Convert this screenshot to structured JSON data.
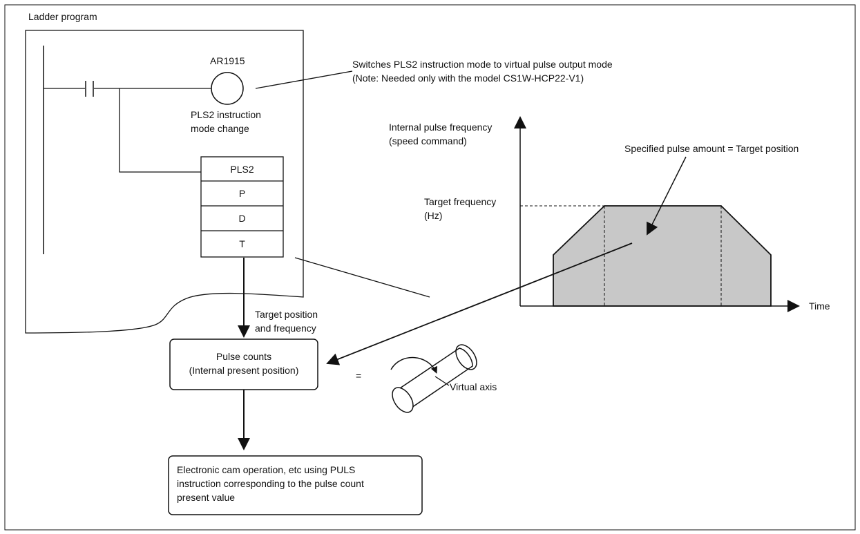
{
  "ladder": {
    "title": "Ladder program",
    "coil_address": "AR1915",
    "coil_caption_line1": "PLS2 instruction",
    "coil_caption_line2": "mode change",
    "instruction": [
      "PLS2",
      "P",
      "D",
      "T"
    ]
  },
  "notes": {
    "switch_line1": "Switches PLS2 instruction mode to virtual pulse output mode",
    "switch_line2": "(Note: Needed only with the model CS1W-HCP22-V1)",
    "target_line1": "Target position",
    "target_line2": "and frequency"
  },
  "pulse_box": {
    "line1": "Pulse counts",
    "line2": "(Internal present position)"
  },
  "equals": "=",
  "virtual_axis": "Virtual axis",
  "cam_box": {
    "line1": "Electronic cam operation, etc using PULS",
    "line2": "instruction corresponding to the pulse count",
    "line3": "present value"
  },
  "graph": {
    "ylabel_line1": "Internal pulse frequency",
    "ylabel_line2": "(speed command)",
    "target_freq_line1": "Target frequency",
    "target_freq_line2": "(Hz)",
    "area_note": "Specified pulse amount = Target position",
    "xlabel": "Time",
    "fill_color": "#c8c8c8"
  }
}
